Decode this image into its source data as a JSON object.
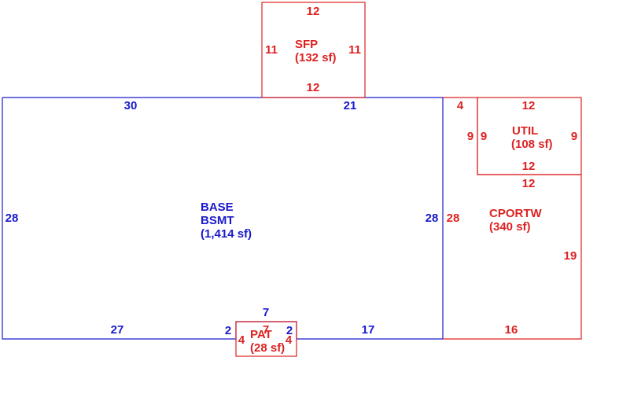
{
  "colors": {
    "base": "#1a1acc",
    "addition": "#dd2222"
  },
  "areas": {
    "base": {
      "name1": "BASE",
      "name2": "BSMT",
      "area": "(1,414 sf)"
    },
    "sfp": {
      "name": "SFP",
      "area": "(132 sf)"
    },
    "util": {
      "name": "UTIL",
      "area": "(108 sf)"
    },
    "cportw": {
      "name": "CPORTW",
      "area": "(340 sf)"
    },
    "pat": {
      "name": "PAT",
      "area": "(28 sf)"
    }
  },
  "dimensions": {
    "base_top_left": "30",
    "base_top_right": "21",
    "base_left": "28",
    "base_right": "28",
    "base_bottom_left": "27",
    "base_bottom_right": "17",
    "base_notch_left": "2",
    "base_notch_right": "2",
    "base_notch_top": "7",
    "sfp_top": "12",
    "sfp_bottom": "12",
    "sfp_left": "11",
    "sfp_right": "11",
    "util_top": "12",
    "util_bottom": "12",
    "util_left": "9",
    "util_right": "9",
    "cportw_top_gap": "4",
    "cportw_left_upper": "9",
    "cportw_util_bottom": "12",
    "cportw_left": "28",
    "cportw_right": "19",
    "cportw_bottom": "16",
    "pat_left": "4",
    "pat_right": "4",
    "pat_top": "7"
  }
}
